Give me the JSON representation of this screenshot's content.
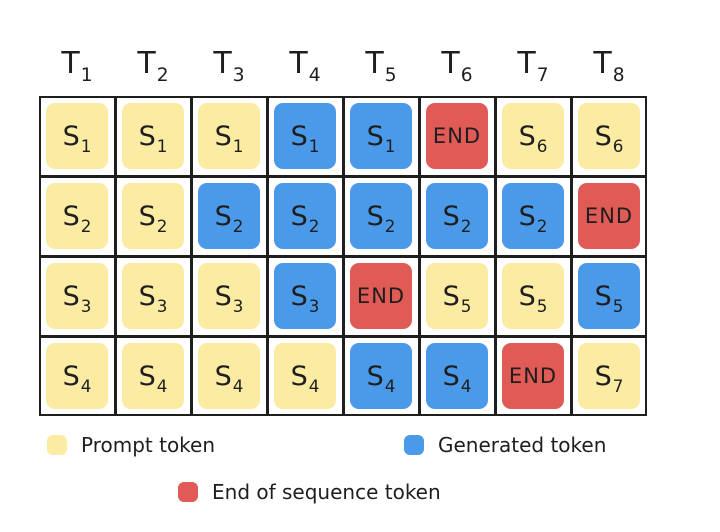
{
  "column_headers": [
    {
      "base": "T",
      "sub": "1"
    },
    {
      "base": "T",
      "sub": "2"
    },
    {
      "base": "T",
      "sub": "3"
    },
    {
      "base": "T",
      "sub": "4"
    },
    {
      "base": "T",
      "sub": "5"
    },
    {
      "base": "T",
      "sub": "6"
    },
    {
      "base": "T",
      "sub": "7"
    },
    {
      "base": "T",
      "sub": "8"
    }
  ],
  "rows": [
    [
      {
        "kind": "prompt",
        "base": "S",
        "sub": "1"
      },
      {
        "kind": "prompt",
        "base": "S",
        "sub": "1"
      },
      {
        "kind": "prompt",
        "base": "S",
        "sub": "1"
      },
      {
        "kind": "generated",
        "base": "S",
        "sub": "1"
      },
      {
        "kind": "generated",
        "base": "S",
        "sub": "1"
      },
      {
        "kind": "end",
        "base": "END",
        "sub": ""
      },
      {
        "kind": "prompt",
        "base": "S",
        "sub": "6"
      },
      {
        "kind": "prompt",
        "base": "S",
        "sub": "6"
      }
    ],
    [
      {
        "kind": "prompt",
        "base": "S",
        "sub": "2"
      },
      {
        "kind": "prompt",
        "base": "S",
        "sub": "2"
      },
      {
        "kind": "generated",
        "base": "S",
        "sub": "2"
      },
      {
        "kind": "generated",
        "base": "S",
        "sub": "2"
      },
      {
        "kind": "generated",
        "base": "S",
        "sub": "2"
      },
      {
        "kind": "generated",
        "base": "S",
        "sub": "2"
      },
      {
        "kind": "generated",
        "base": "S",
        "sub": "2"
      },
      {
        "kind": "end",
        "base": "END",
        "sub": ""
      }
    ],
    [
      {
        "kind": "prompt",
        "base": "S",
        "sub": "3"
      },
      {
        "kind": "prompt",
        "base": "S",
        "sub": "3"
      },
      {
        "kind": "prompt",
        "base": "S",
        "sub": "3"
      },
      {
        "kind": "generated",
        "base": "S",
        "sub": "3"
      },
      {
        "kind": "end",
        "base": "END",
        "sub": ""
      },
      {
        "kind": "prompt",
        "base": "S",
        "sub": "5"
      },
      {
        "kind": "prompt",
        "base": "S",
        "sub": "5"
      },
      {
        "kind": "generated",
        "base": "S",
        "sub": "5"
      }
    ],
    [
      {
        "kind": "prompt",
        "base": "S",
        "sub": "4"
      },
      {
        "kind": "prompt",
        "base": "S",
        "sub": "4"
      },
      {
        "kind": "prompt",
        "base": "S",
        "sub": "4"
      },
      {
        "kind": "prompt",
        "base": "S",
        "sub": "4"
      },
      {
        "kind": "generated",
        "base": "S",
        "sub": "4"
      },
      {
        "kind": "generated",
        "base": "S",
        "sub": "4"
      },
      {
        "kind": "end",
        "base": "END",
        "sub": ""
      },
      {
        "kind": "prompt",
        "base": "S",
        "sub": "7"
      }
    ]
  ],
  "legend": {
    "prompt": {
      "label": "Prompt token",
      "color": "#fceba3"
    },
    "generated": {
      "label": "Generated token",
      "color": "#4a9ae9"
    },
    "end": {
      "label": "End of sequence token",
      "color": "#e05a56"
    }
  }
}
